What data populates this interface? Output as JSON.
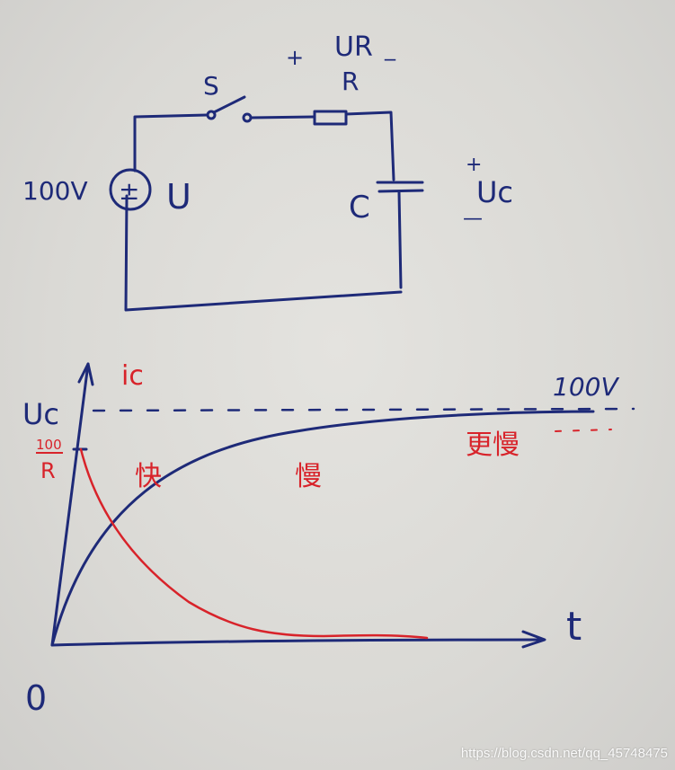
{
  "circuit": {
    "source_voltage": "100V",
    "source_symbol": "±",
    "source_label": "U",
    "switch_label": "S",
    "resistor_label": "R",
    "resistor_voltage_label": "UR",
    "resistor_plus": "+",
    "resistor_minus": "_",
    "capacitor_label": "C",
    "capacitor_voltage_label": "Uc",
    "capacitor_plus": "+",
    "capacitor_minus": "—"
  },
  "graph": {
    "y_label_voltage": "Uc",
    "y_label_current": "ic",
    "current_initial_numerator": "100",
    "current_initial_denominator": "R",
    "asymptote_label": "100V",
    "x_label": "t",
    "origin_label": "0",
    "annotation_fast": "快",
    "annotation_slow": "慢",
    "annotation_slower": "更慢"
  },
  "colors": {
    "ink_blue": "#1e2a78",
    "ink_red": "#d8232a"
  },
  "chart_data": {
    "type": "line",
    "title": "",
    "xlabel": "t",
    "ylabel": "Uc / ic",
    "series": [
      {
        "name": "Uc (charging voltage)",
        "color": "#1e2a78",
        "shape": "1 - e^(-t/τ)",
        "start": 0,
        "asymptote": 100,
        "asymptote_label": "100V"
      },
      {
        "name": "ic (charging current)",
        "color": "#d8232a",
        "shape": "e^(-t/τ)",
        "start": "100/R",
        "end": 0
      }
    ],
    "annotations": [
      "快",
      "慢",
      "更慢"
    ]
  },
  "watermark": "https://blog.csdn.net/qq_45748475"
}
